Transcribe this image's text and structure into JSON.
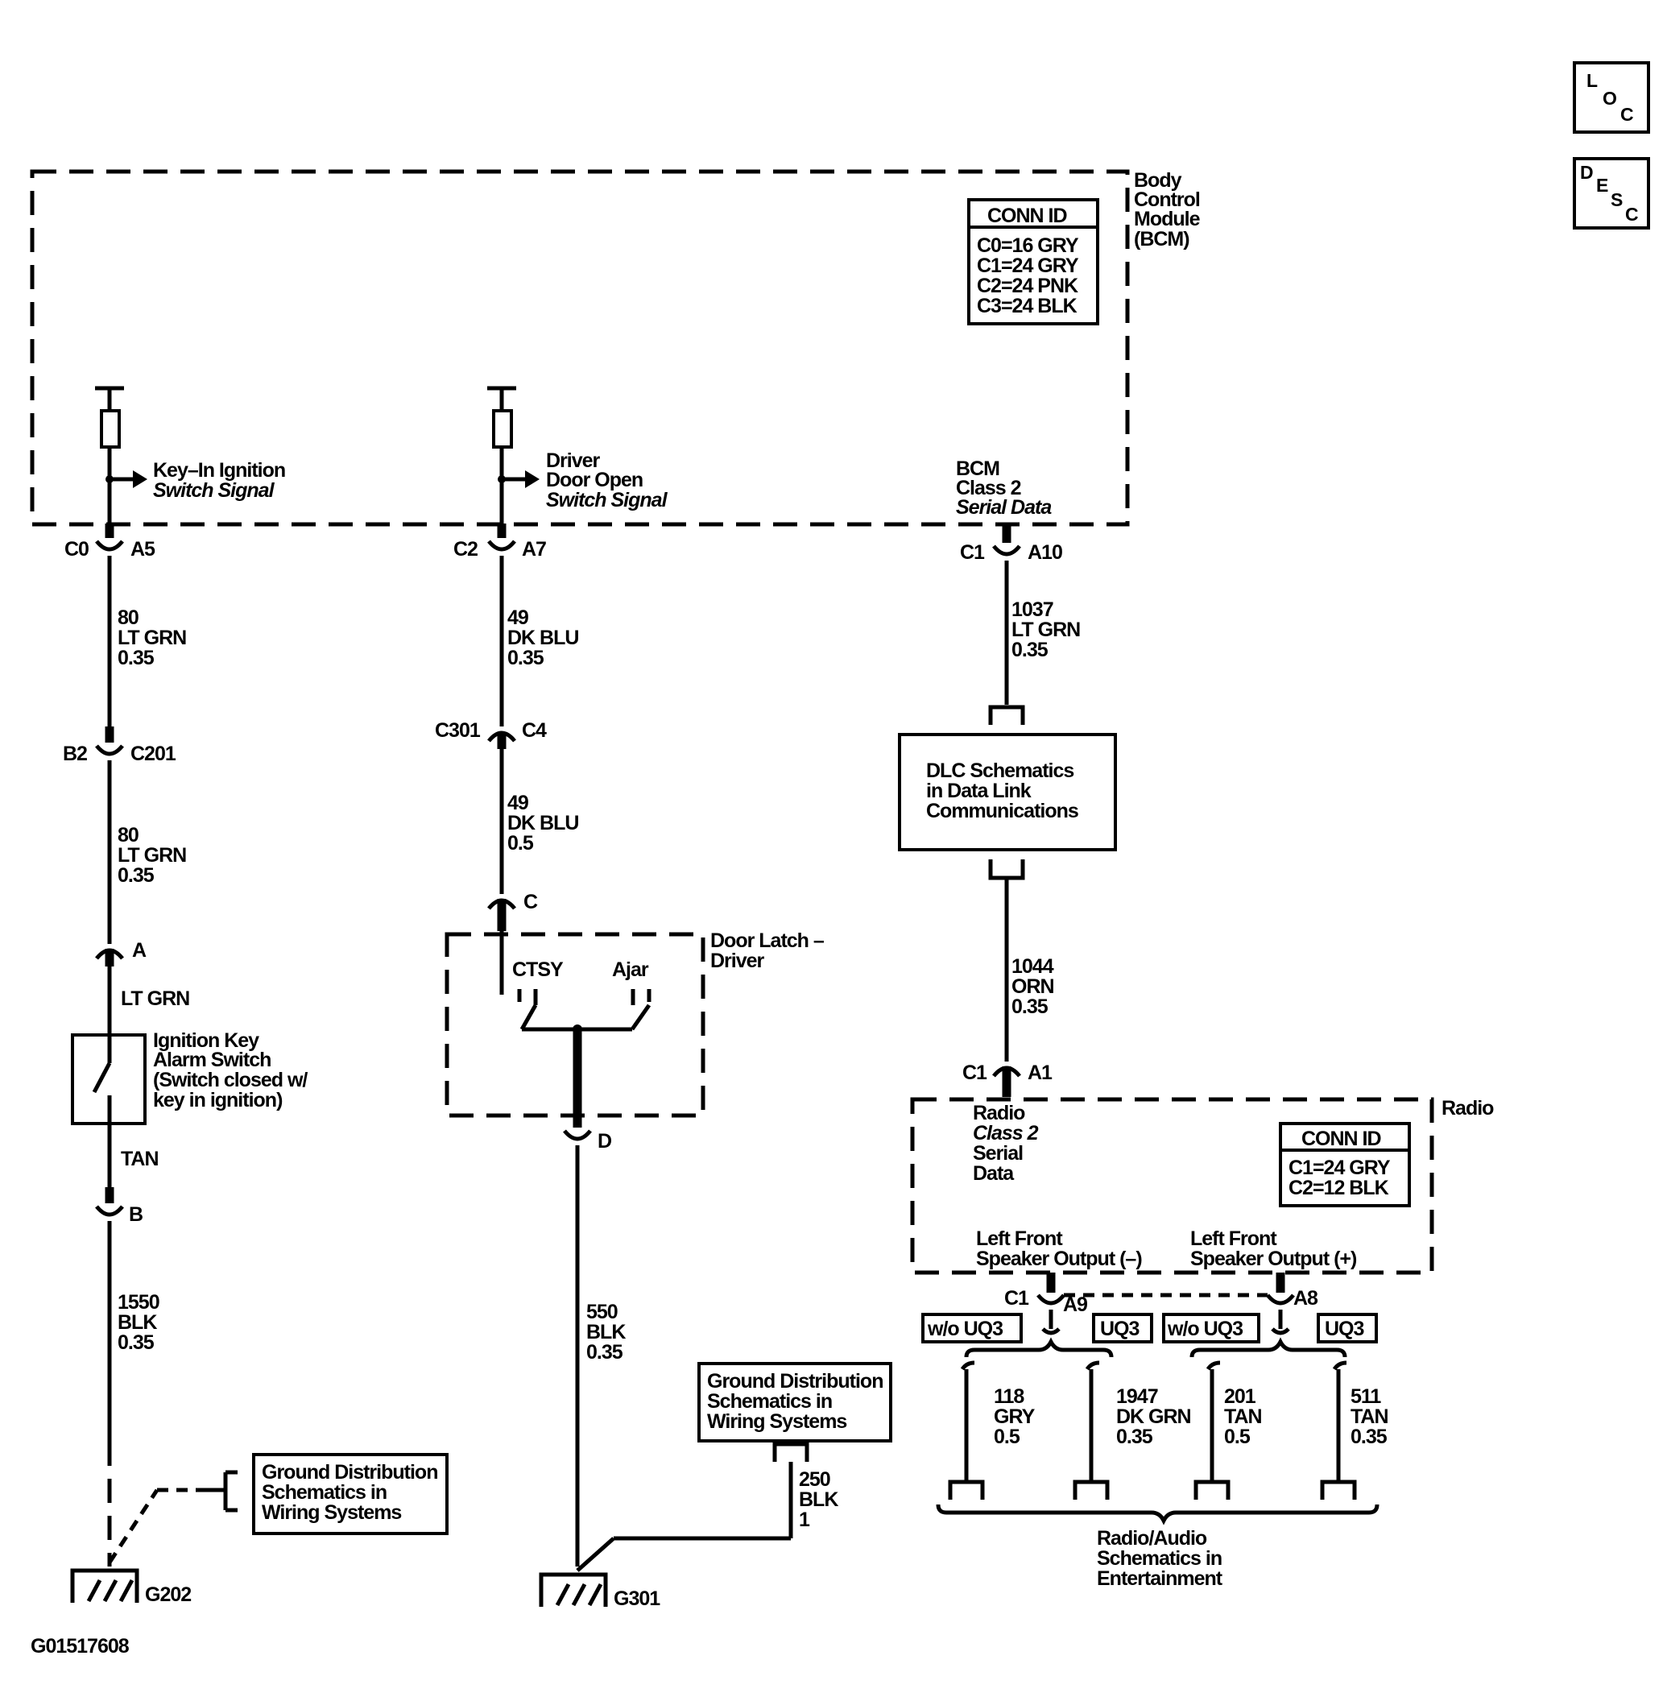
{
  "nav": {
    "loc": [
      "L",
      "O",
      "C"
    ],
    "desc": [
      "D",
      "E",
      "S",
      "C"
    ]
  },
  "bcm": {
    "title": [
      "Body",
      "Control",
      "Module",
      "(BCM)"
    ],
    "conn_header": "CONN ID",
    "conn_rows": [
      "C0=16 GRY",
      "C1=24 GRY",
      "C2=24 PNK",
      "C3=24 BLK"
    ],
    "key_signal": [
      "Key–In Ignition",
      "Switch Signal"
    ],
    "door_signal": [
      "Driver",
      "Door Open",
      "Switch Signal"
    ],
    "serial_data": [
      "BCM",
      "Class 2",
      "Serial Data"
    ]
  },
  "circuit1": {
    "conn_top_left": "C0",
    "conn_top_right": "A5",
    "wire1": [
      "80",
      "LT GRN",
      "0.35"
    ],
    "conn_mid_left": "B2",
    "conn_mid_right": "C201",
    "wire2": [
      "80",
      "LT GRN",
      "0.35"
    ],
    "conn_a": "A",
    "wire3": "LT GRN",
    "switch_label": [
      "Ignition Key",
      "Alarm Switch",
      "(Switch closed w/",
      "key in ignition)"
    ],
    "wire4": "TAN",
    "conn_b": "B",
    "wire5": [
      "1550",
      "BLK",
      "0.35"
    ],
    "ground_ref": [
      "Ground Distribution",
      "Schematics in",
      "Wiring Systems"
    ],
    "ground": "G202"
  },
  "circuit2": {
    "conn_top_left": "C2",
    "conn_top_right": "A7",
    "wire1": [
      "49",
      "DK BLU",
      "0.35"
    ],
    "conn_mid_left": "C301",
    "conn_mid_right": "C4",
    "wire2": [
      "49",
      "DK BLU",
      "0.5"
    ],
    "conn_c": "C",
    "latch_title": [
      "Door Latch –",
      "Driver"
    ],
    "ctsy": "CTSY",
    "ajar": "Ajar",
    "conn_d": "D",
    "wire3": [
      "550",
      "BLK",
      "0.35"
    ],
    "ground_ref": [
      "Ground Distribution",
      "Schematics in",
      "Wiring Systems"
    ],
    "wire4": [
      "250",
      "BLK",
      "1"
    ],
    "ground": "G301"
  },
  "circuit3": {
    "conn_top_left": "C1",
    "conn_top_right": "A10",
    "wire1": [
      "1037",
      "LT GRN",
      "0.35"
    ],
    "dlc_box": [
      "DLC Schematics",
      "in Data Link",
      "Communications"
    ],
    "wire2": [
      "1044",
      "ORN",
      "0.35"
    ],
    "conn_radio_left": "C1",
    "conn_radio_right": "A1"
  },
  "radio": {
    "title": "Radio",
    "serial_data": [
      "Radio",
      "Class 2",
      "Serial",
      "Data"
    ],
    "conn_header": "CONN ID",
    "conn_rows": [
      "C1=24 GRY",
      "C2=12 BLK"
    ],
    "lf_neg": [
      "Left Front",
      "Speaker Output (–)"
    ],
    "lf_pos": [
      "Left Front",
      "Speaker Output (+)"
    ],
    "conn_c1": "C1",
    "conn_a9": "A9",
    "conn_a8": "A8",
    "opt_wo1": "w/o UQ3",
    "opt_uq1": "UQ3",
    "opt_wo2": "w/o UQ3",
    "opt_uq2": "UQ3",
    "wire_118": [
      "118",
      "GRY",
      "0.5"
    ],
    "wire_1947": [
      "1947",
      "DK GRN",
      "0.35"
    ],
    "wire_201": [
      "201",
      "TAN",
      "0.5"
    ],
    "wire_511": [
      "511",
      "TAN",
      "0.35"
    ],
    "audio_ref": [
      "Radio/Audio",
      "Schematics in",
      "Entertainment"
    ]
  },
  "figure_id": "G01517608"
}
